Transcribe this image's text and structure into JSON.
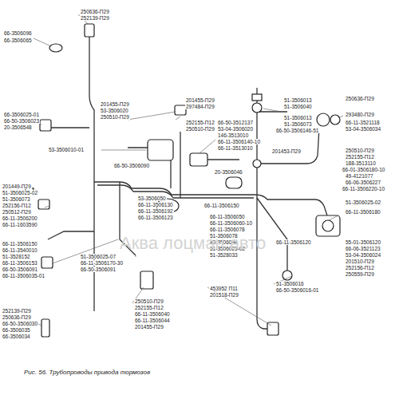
{
  "diagram": {
    "caption": "Рис. 56. Трубопроводы привода тормозов",
    "labels": [
      "250636-П29",
      "252139-П29",
      "66-3506096",
      "66-3506065",
      "66-3506025-01",
      "66-50-3506023",
      "20-3506548",
      "53-3506010-01",
      "201449-П29",
      "51-3506025-02",
      "51-3506073",
      "252156-П12",
      "250512-П29",
      "66-11-3506200",
      "66-11-1603590",
      "66-11-3506150",
      "66-11-3540010",
      "51-3528152",
      "66-11-3506153",
      "66-50-3506091",
      "66-11-3506035-01",
      "252139-П29",
      "250636-П29",
      "66-50-3506030",
      "66-3506035",
      "66-3506034",
      "201455-П29",
      "53-3506020",
      "250510-П29",
      "66-50-3506090",
      "53-3506050",
      "66-11-3506130",
      "66-11-3506192",
      "66-11-3506123",
      "51-3506025-07",
      "66-11-3506170-30",
      "66-50-3506091",
      "250510-П29",
      "252155-П12",
      "66-11-3506040",
      "66-11-3506044",
      "201455-П29",
      "201455-П29",
      "297484-П29",
      "252155-П12",
      "250510-П29",
      "66-50-3512137",
      "53-04-3506020",
      "146-3513010",
      "66-11-3506140-10",
      "66-11-3513010",
      "20-3506046",
      "51-3506013",
      "51-3506040",
      "51-3506013",
      "51-3506073",
      "66-50-3506146-51",
      "201453-П29",
      "250636-П29",
      "293480-П29",
      "66-11-3521118",
      "53-04-3506034",
      "250510-П29",
      "252155-П12",
      "188-3513110",
      "66-01-3506180-10",
      "49-4121077",
      "66-06-3506227",
      "66-11-3506220-10",
      "66-11-3506150",
      "51-3506025-02",
      "66-11-3506180",
      "55-01-3506120",
      "66-06-3521123",
      "53-04-3506024",
      "201510-П29",
      "66-11-3506050",
      "66-11-3506060-10",
      "66-11-3506078",
      "51-3506078",
      "40-3506094",
      "51-3506025-02",
      "51-3528033",
      "453952 П11",
      "201518-П29",
      "66-11-3506120",
      "51-3506016",
      "66-50-3506016-01",
      "252156-П12",
      "250559-П29",
      "Аква лоцман авто"
    ]
  }
}
